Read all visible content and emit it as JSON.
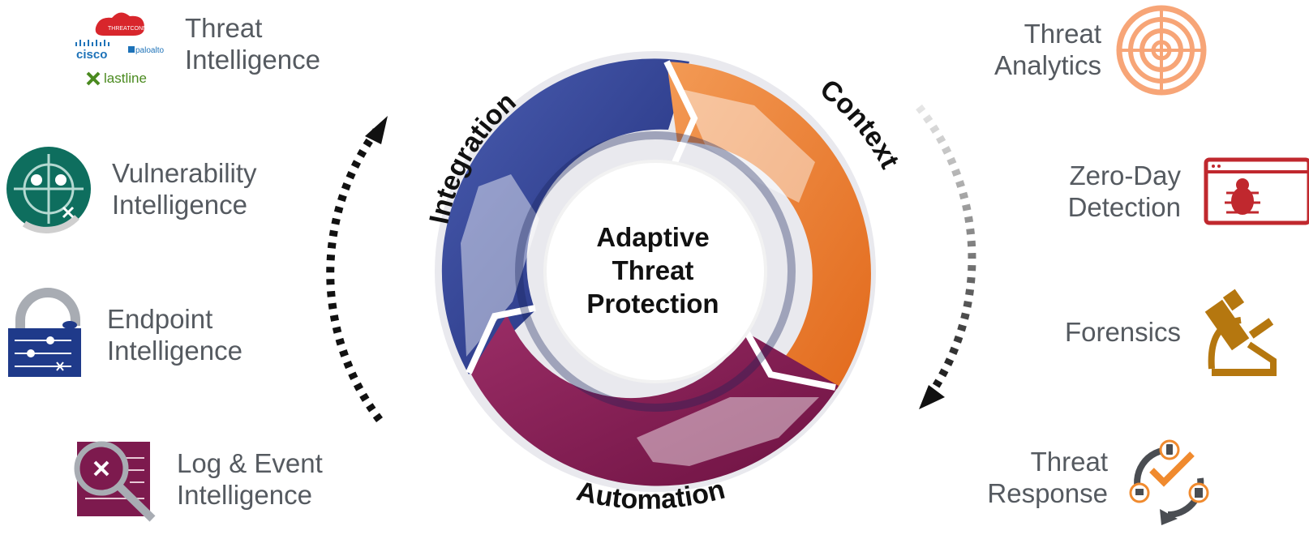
{
  "center": {
    "lines": [
      "Adaptive",
      "Threat",
      "Protection"
    ]
  },
  "ring_labels": {
    "integration": "Integration",
    "context": "Context",
    "automation": "Automation"
  },
  "left_items": [
    {
      "lines": [
        "Threat",
        "Intelligence"
      ],
      "icon": "vendor-logos-icon"
    },
    {
      "lines": [
        "Vulnerability",
        "Intelligence"
      ],
      "icon": "radar-scan-icon"
    },
    {
      "lines": [
        "Endpoint",
        "Intelligence"
      ],
      "icon": "padlock-sliders-icon"
    },
    {
      "lines": [
        "Log & Event",
        "Intelligence"
      ],
      "icon": "magnifier-log-icon"
    }
  ],
  "right_items": [
    {
      "lines": [
        "Threat",
        "Analytics"
      ],
      "icon": "target-rings-icon"
    },
    {
      "lines": [
        "Zero-Day",
        "Detection"
      ],
      "icon": "bug-window-icon"
    },
    {
      "lines": [
        "Forensics"
      ],
      "icon": "microscope-icon"
    },
    {
      "lines": [
        "Threat",
        "Response"
      ],
      "icon": "response-cycle-icon"
    }
  ],
  "logos": {
    "cisco": "cisco",
    "paloalto": "paloalto",
    "lastline": "lastline",
    "threatconnect": "THREATCONNECT"
  },
  "colors": {
    "blue": "#2b3a8f",
    "orange": "#e8782a",
    "purple": "#7d1a4e",
    "text": "#555a60"
  }
}
